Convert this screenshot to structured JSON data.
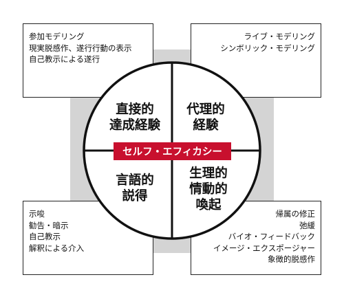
{
  "boxes": {
    "top_left": [
      "参加モデリング",
      "現実脱感作、遂行行動の表示",
      "自己教示による遂行"
    ],
    "top_right": [
      "ライブ・モデリング",
      "シンボリック・モデリング"
    ],
    "bottom_left": [
      "示唆",
      "勧告・暗示",
      "自己教示",
      "解釈による介入"
    ],
    "bottom_right": [
      "帰属の修正",
      "弛緩",
      "バイオ・フィードバック",
      "イメージ・エクスポージャー",
      "象徴的脱感作"
    ]
  },
  "quadrants": {
    "top_left": [
      "直接的",
      "達成経験"
    ],
    "top_right": [
      "代理的",
      "経験"
    ],
    "bottom_left": [
      "言語的",
      "説得"
    ],
    "bottom_right": [
      "生理的",
      "情動的",
      "喚起"
    ]
  },
  "center_label": "セルフ・エフィカシー",
  "colors": {
    "center_band": "#c8102e",
    "background_square": "#d4d4d4"
  }
}
